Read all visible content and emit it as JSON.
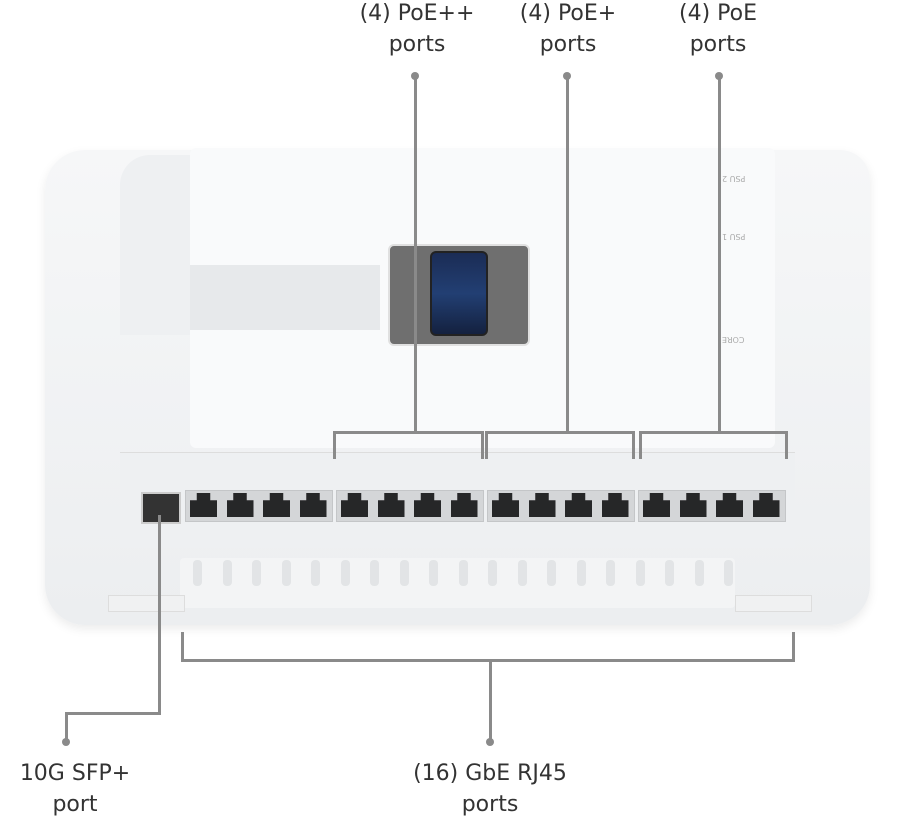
{
  "callouts": {
    "poe_pp": {
      "line1": "(4) PoE++",
      "line2": "ports"
    },
    "poe_p": {
      "line1": "(4) PoE+",
      "line2": "ports"
    },
    "poe": {
      "line1": "(4) PoE",
      "line2": "ports"
    },
    "sfp": {
      "line1": "10G SFP+",
      "line2": "port"
    },
    "rj45": {
      "line1": "(16) GbE RJ45",
      "line2": "ports"
    }
  },
  "device": {
    "psu2": "PSU 2",
    "psu1": "PSU 1",
    "core": "CORE",
    "port_count": 16
  },
  "colors": {
    "leader_line": "#8a8a8a",
    "text": "#333333",
    "dock": "#6f6f6f"
  }
}
